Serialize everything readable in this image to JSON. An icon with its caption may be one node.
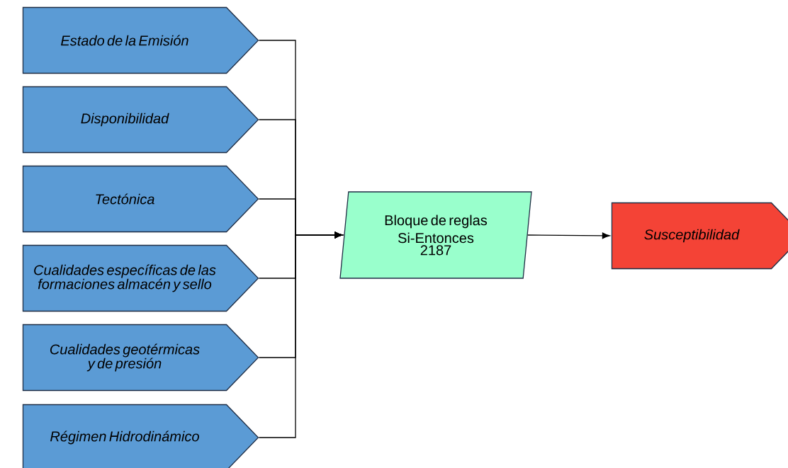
{
  "diagram": {
    "nodes": [
      {
        "text": [
          "Estado de la Emisión"
        ]
      },
      {
        "text": [
          "Disponibilidad"
        ]
      },
      {
        "text": [
          "Tectónica"
        ]
      },
      {
        "text": [
          "Cualidades específicas de las formaciones almacén y sello"
        ]
      },
      {
        "text": [
          "Cualidades geotérmicas y de presión"
        ]
      },
      {
        "text": [
          "Régimen Hidrodinámico"
        ]
      },
      {
        "text": [
          "Bloque de reglas Si-Entonces",
          "2187"
        ]
      },
      {
        "text": [
          "Susceptibilidad"
        ]
      }
    ],
    "edges": [
      {
        "from": 0,
        "to": 6,
        "arrow": "to"
      },
      {
        "from": 1,
        "to": 6,
        "arrow": "to"
      },
      {
        "from": 2,
        "to": 6,
        "arrow": "to"
      },
      {
        "from": 3,
        "to": 6,
        "arrow": "to"
      },
      {
        "from": 4,
        "to": 6,
        "arrow": "to"
      },
      {
        "from": 5,
        "to": 6,
        "arrow": "to"
      },
      {
        "from": 6,
        "to": 7,
        "arrow": "to"
      }
    ]
  }
}
